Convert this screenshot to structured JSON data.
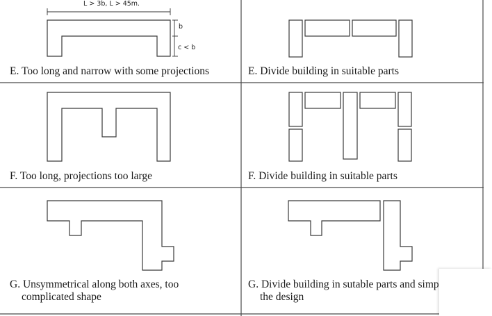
{
  "dimension_labels": {
    "top": "L > 3b, L > 45m.",
    "right_b": "b",
    "right_c": "c < b"
  },
  "captions": {
    "e_left": "E. Too long and narrow with some projections",
    "e_right": "E. Divide building in suitable parts",
    "f_left": "F. Too long, projections too large",
    "f_right": "F. Divide building in suitable parts",
    "g_left_line1": "G. Unsymmetrical along both axes, too",
    "g_left_line2": "complicated shape",
    "g_right_line1": "G. Divide building in sutable parts and simp",
    "g_right_line2": "the design"
  }
}
